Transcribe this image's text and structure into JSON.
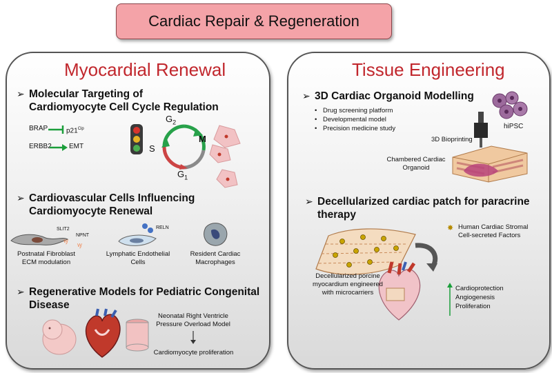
{
  "title": "Cardiac Repair & Regeneration",
  "left_panel": {
    "title": "Myocardial Renewal",
    "section1": {
      "heading_line1": "Molecular Targeting of",
      "heading_line2": "Cardiomyocyte Cell Cycle Regulation",
      "brap": "BRAP",
      "p21": "p21",
      "p21_sup": "Cip",
      "erbb2": "ERBB2",
      "emt": "EMT",
      "cycle_s": "S",
      "cycle_g2": "G",
      "cycle_g2_sub": "2",
      "cycle_m": "M",
      "cycle_g1": "G",
      "cycle_g1_sub": "1"
    },
    "section2": {
      "heading_line1": "Cardiovascular Cells Influencing",
      "heading_line2": "Cardiomyocyte Renewal",
      "slit2": "SLIT2",
      "npnt": "NPNT",
      "reln": "RELN",
      "fibroblast_line1": "Postnatal Fibroblast",
      "fibroblast_line2": "ECM modulation",
      "lymph_line1": "Lymphatic Endothelial",
      "lymph_line2": "Cells",
      "macro_line1": "Resident Cardiac",
      "macro_line2": "Macrophages"
    },
    "section3": {
      "heading_line1": "Regenerative Models for Pediatric Congenital",
      "heading_line2": "Disease",
      "model_line1": "Neonatal Right Ventricle",
      "model_line2": "Pressure Overload Model",
      "outcome": "Cardiomyocyte proliferation"
    }
  },
  "right_panel": {
    "title": "Tissue Engineering",
    "section1": {
      "heading": "3D Cardiac Organoid Modelling",
      "bullets": [
        "Drug screening platform",
        "Developmental model",
        "Precision medicine study"
      ],
      "hipsc": "hiPSC",
      "bioprinting": "3D Bioprinting",
      "organoid_line1": "Chambered Cardiac",
      "organoid_line2": "Organoid"
    },
    "section2": {
      "heading_line1": "Decellularized cardiac patch for paracrine",
      "heading_line2": "therapy",
      "factors_line1": "Human Cardiac Stromal",
      "factors_line2": "Cell-secreted Factors",
      "patch_line1": "Decellularized porcine",
      "patch_line2": "myocardium engineered",
      "patch_line3": "with microcarriers",
      "outcomes": [
        "Cardioprotection",
        "Angiogenesis",
        "Proliferation"
      ]
    }
  },
  "colors": {
    "title_fill": "#f4a3a8",
    "panel_title": "#c1272d",
    "arrow_green": "#1a9e3a"
  }
}
